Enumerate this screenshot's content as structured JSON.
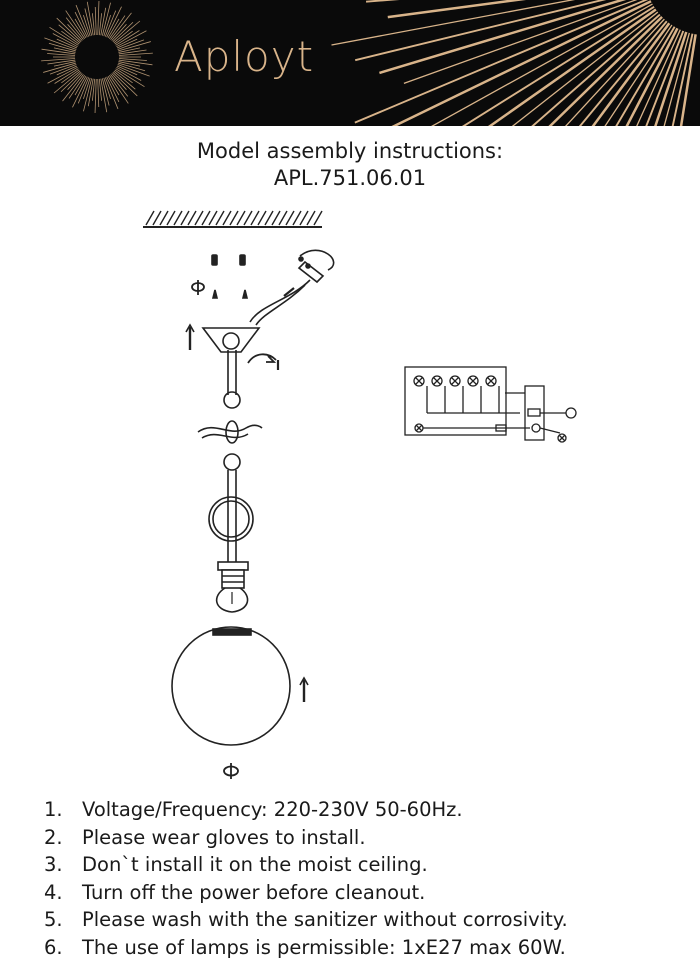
{
  "header": {
    "brand": "Aployt",
    "colors": {
      "background": "#0a0a0a",
      "accent": "#d9b48a"
    },
    "logo_icon": "sunburst-icon"
  },
  "title": {
    "line1": "Model assembly instructions:",
    "line2": "APL.751.06.01"
  },
  "diagram": {
    "icons": [
      "ceiling-hatch-icon",
      "screw-icon",
      "wire-connector-icon",
      "ceiling-canopy-icon",
      "chain-icon",
      "bulb-icon",
      "globe-shade-icon",
      "rotate-icon",
      "up-arrow-icon",
      "wiring-diagram-icon"
    ]
  },
  "notes": [
    {
      "num": "1.",
      "text": "Voltage/Frequency: 220-230V 50-60Hz."
    },
    {
      "num": "2.",
      "text": "Please wear gloves to install."
    },
    {
      "num": "3.",
      "text": "Don`t install it on the moist ceiling."
    },
    {
      "num": "4.",
      "text": "Turn off the power before cleanout."
    },
    {
      "num": "5.",
      "text": "Please wash with the sanitizer without corrosivity."
    },
    {
      "num": "6.",
      "text": "The use of lamps is permissible: 1xE27 max 60W."
    }
  ]
}
